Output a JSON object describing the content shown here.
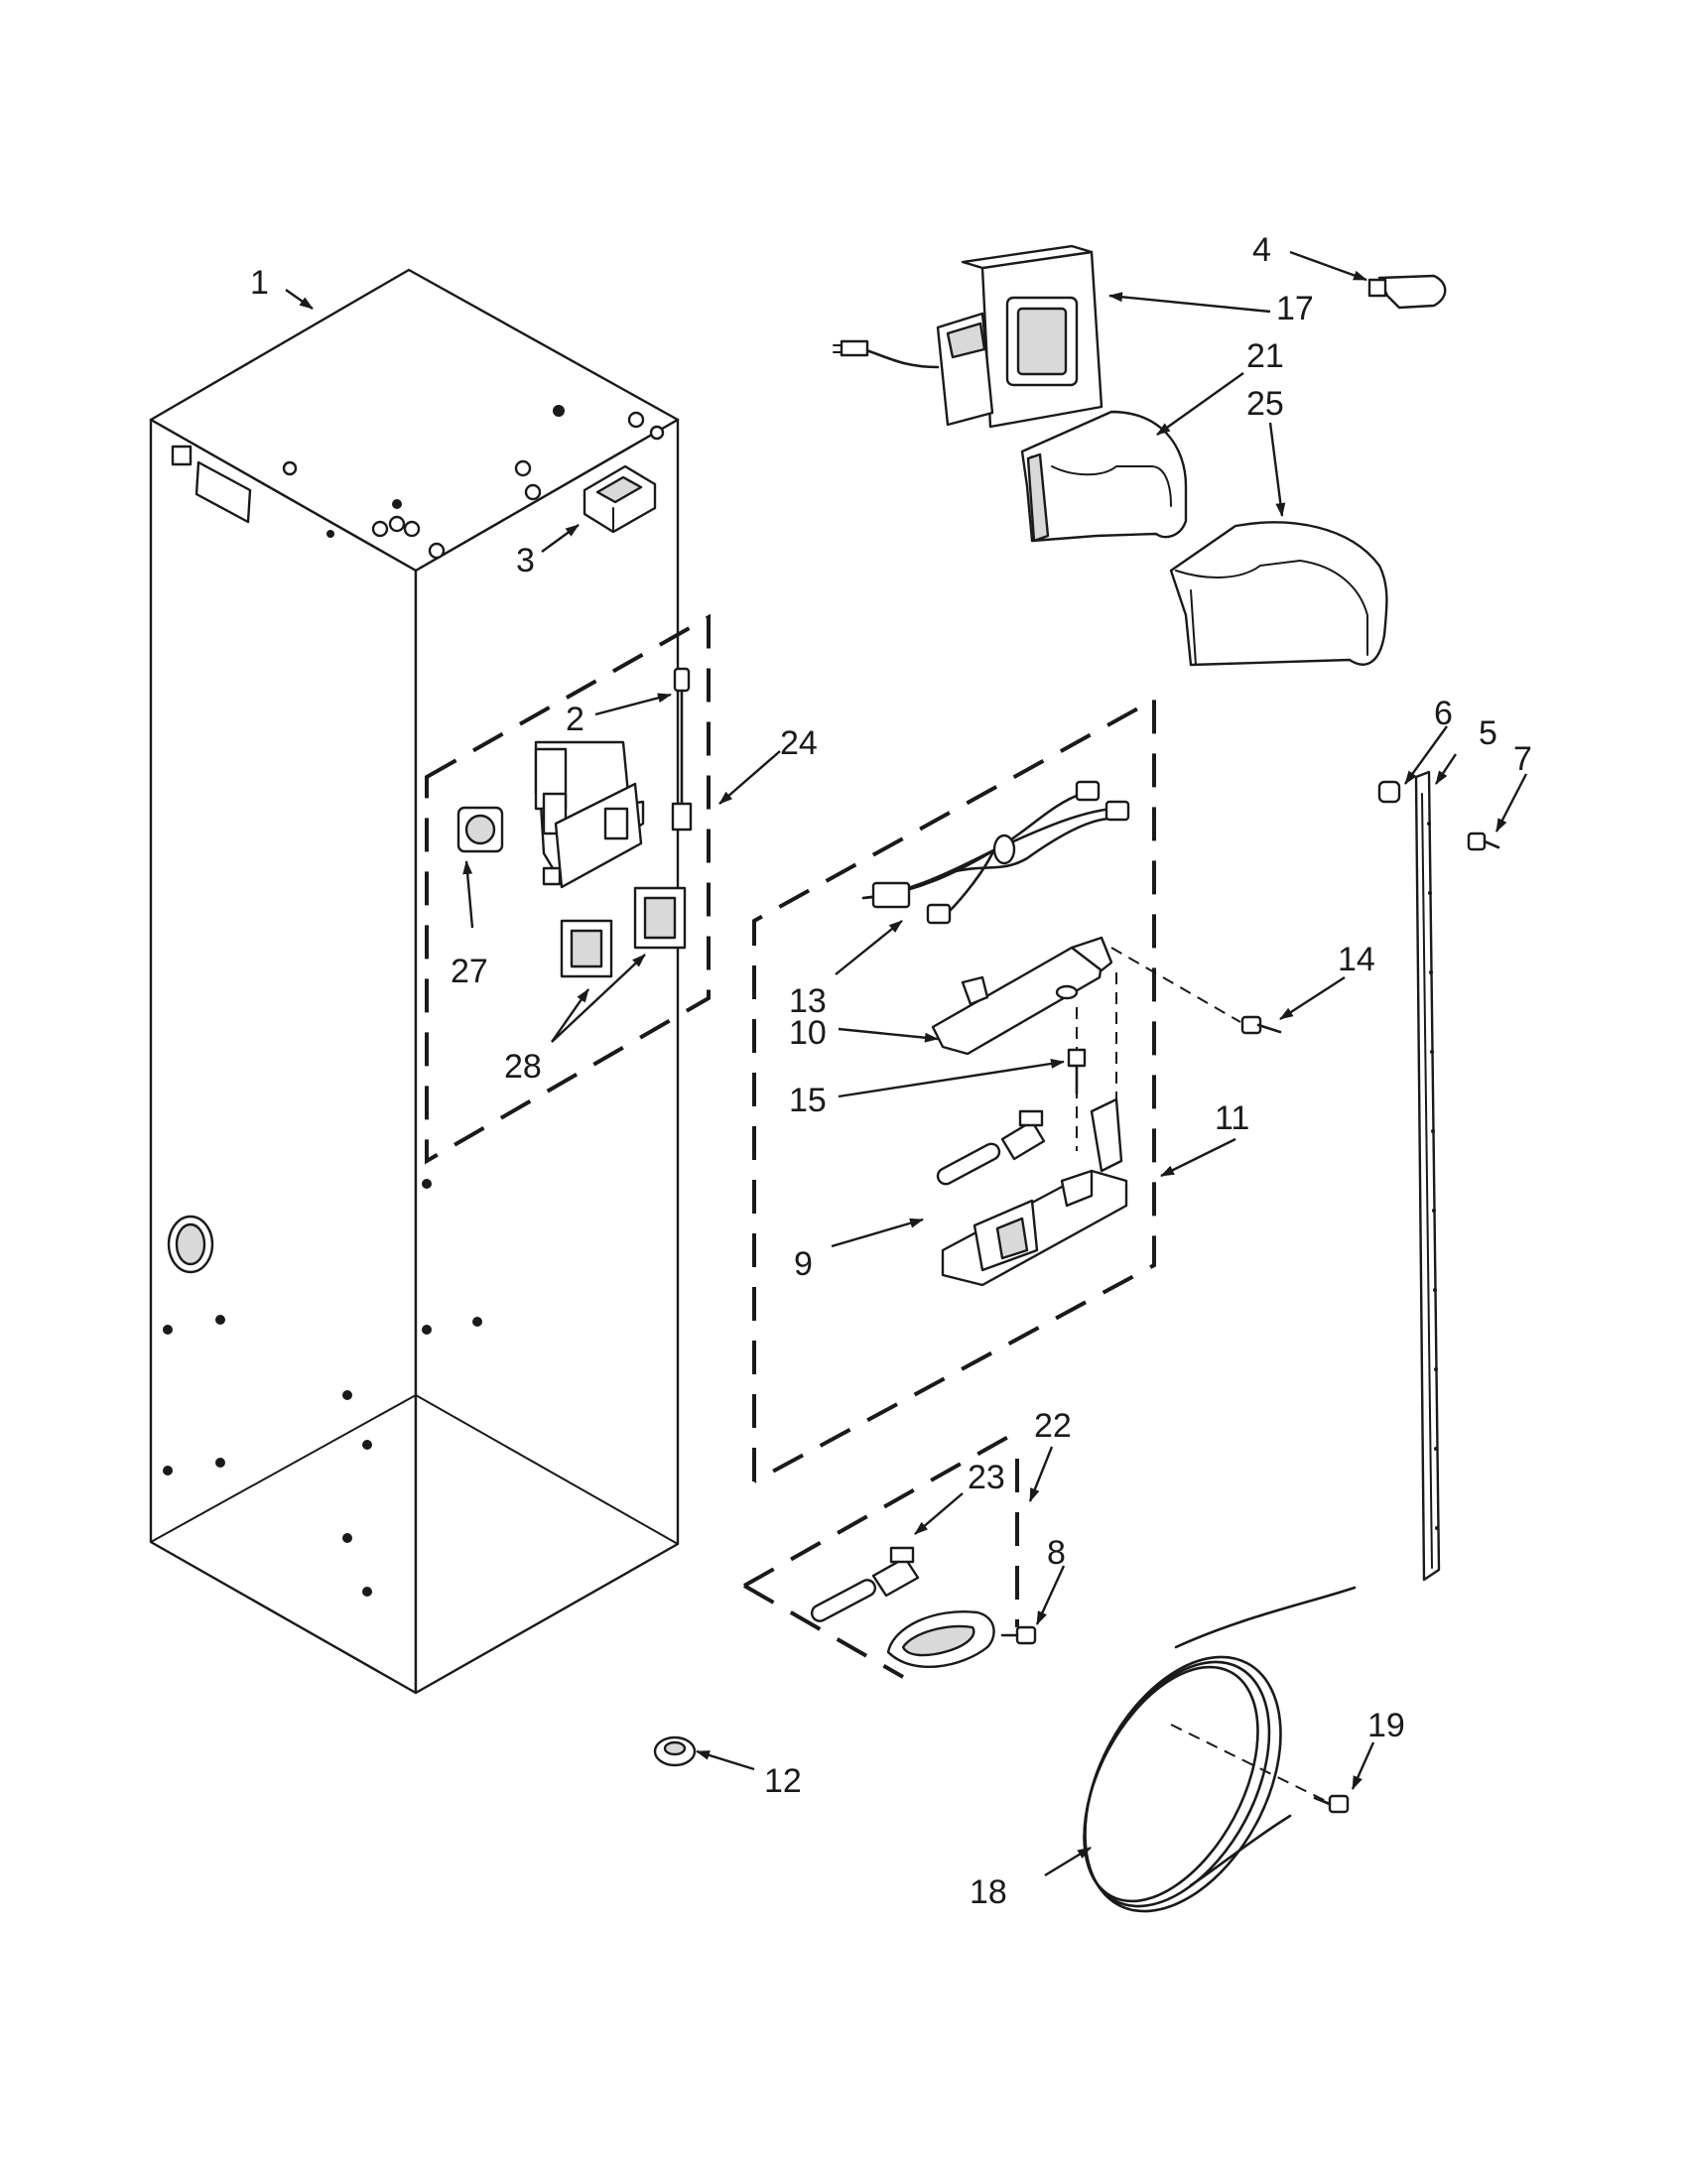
{
  "callouts": [
    {
      "id": "1",
      "text": "1"
    },
    {
      "id": "2",
      "text": "2"
    },
    {
      "id": "3",
      "text": "3"
    },
    {
      "id": "4",
      "text": "4"
    },
    {
      "id": "5",
      "text": "5"
    },
    {
      "id": "6",
      "text": "6"
    },
    {
      "id": "7",
      "text": "7"
    },
    {
      "id": "8",
      "text": "8"
    },
    {
      "id": "9",
      "text": "9"
    },
    {
      "id": "10",
      "text": "10"
    },
    {
      "id": "11",
      "text": "11"
    },
    {
      "id": "12",
      "text": "12"
    },
    {
      "id": "13",
      "text": "13"
    },
    {
      "id": "14",
      "text": "14"
    },
    {
      "id": "15",
      "text": "15"
    },
    {
      "id": "17",
      "text": "17"
    },
    {
      "id": "18",
      "text": "18"
    },
    {
      "id": "19",
      "text": "19"
    },
    {
      "id": "21",
      "text": "21"
    },
    {
      "id": "22",
      "text": "22"
    },
    {
      "id": "23",
      "text": "23"
    },
    {
      "id": "24",
      "text": "24"
    },
    {
      "id": "25",
      "text": "25"
    },
    {
      "id": "27",
      "text": "27"
    },
    {
      "id": "28",
      "text": "28"
    }
  ],
  "colors": {
    "line": "#1a1a1a",
    "background": "#ffffff",
    "shade": "#d9d9d9"
  }
}
